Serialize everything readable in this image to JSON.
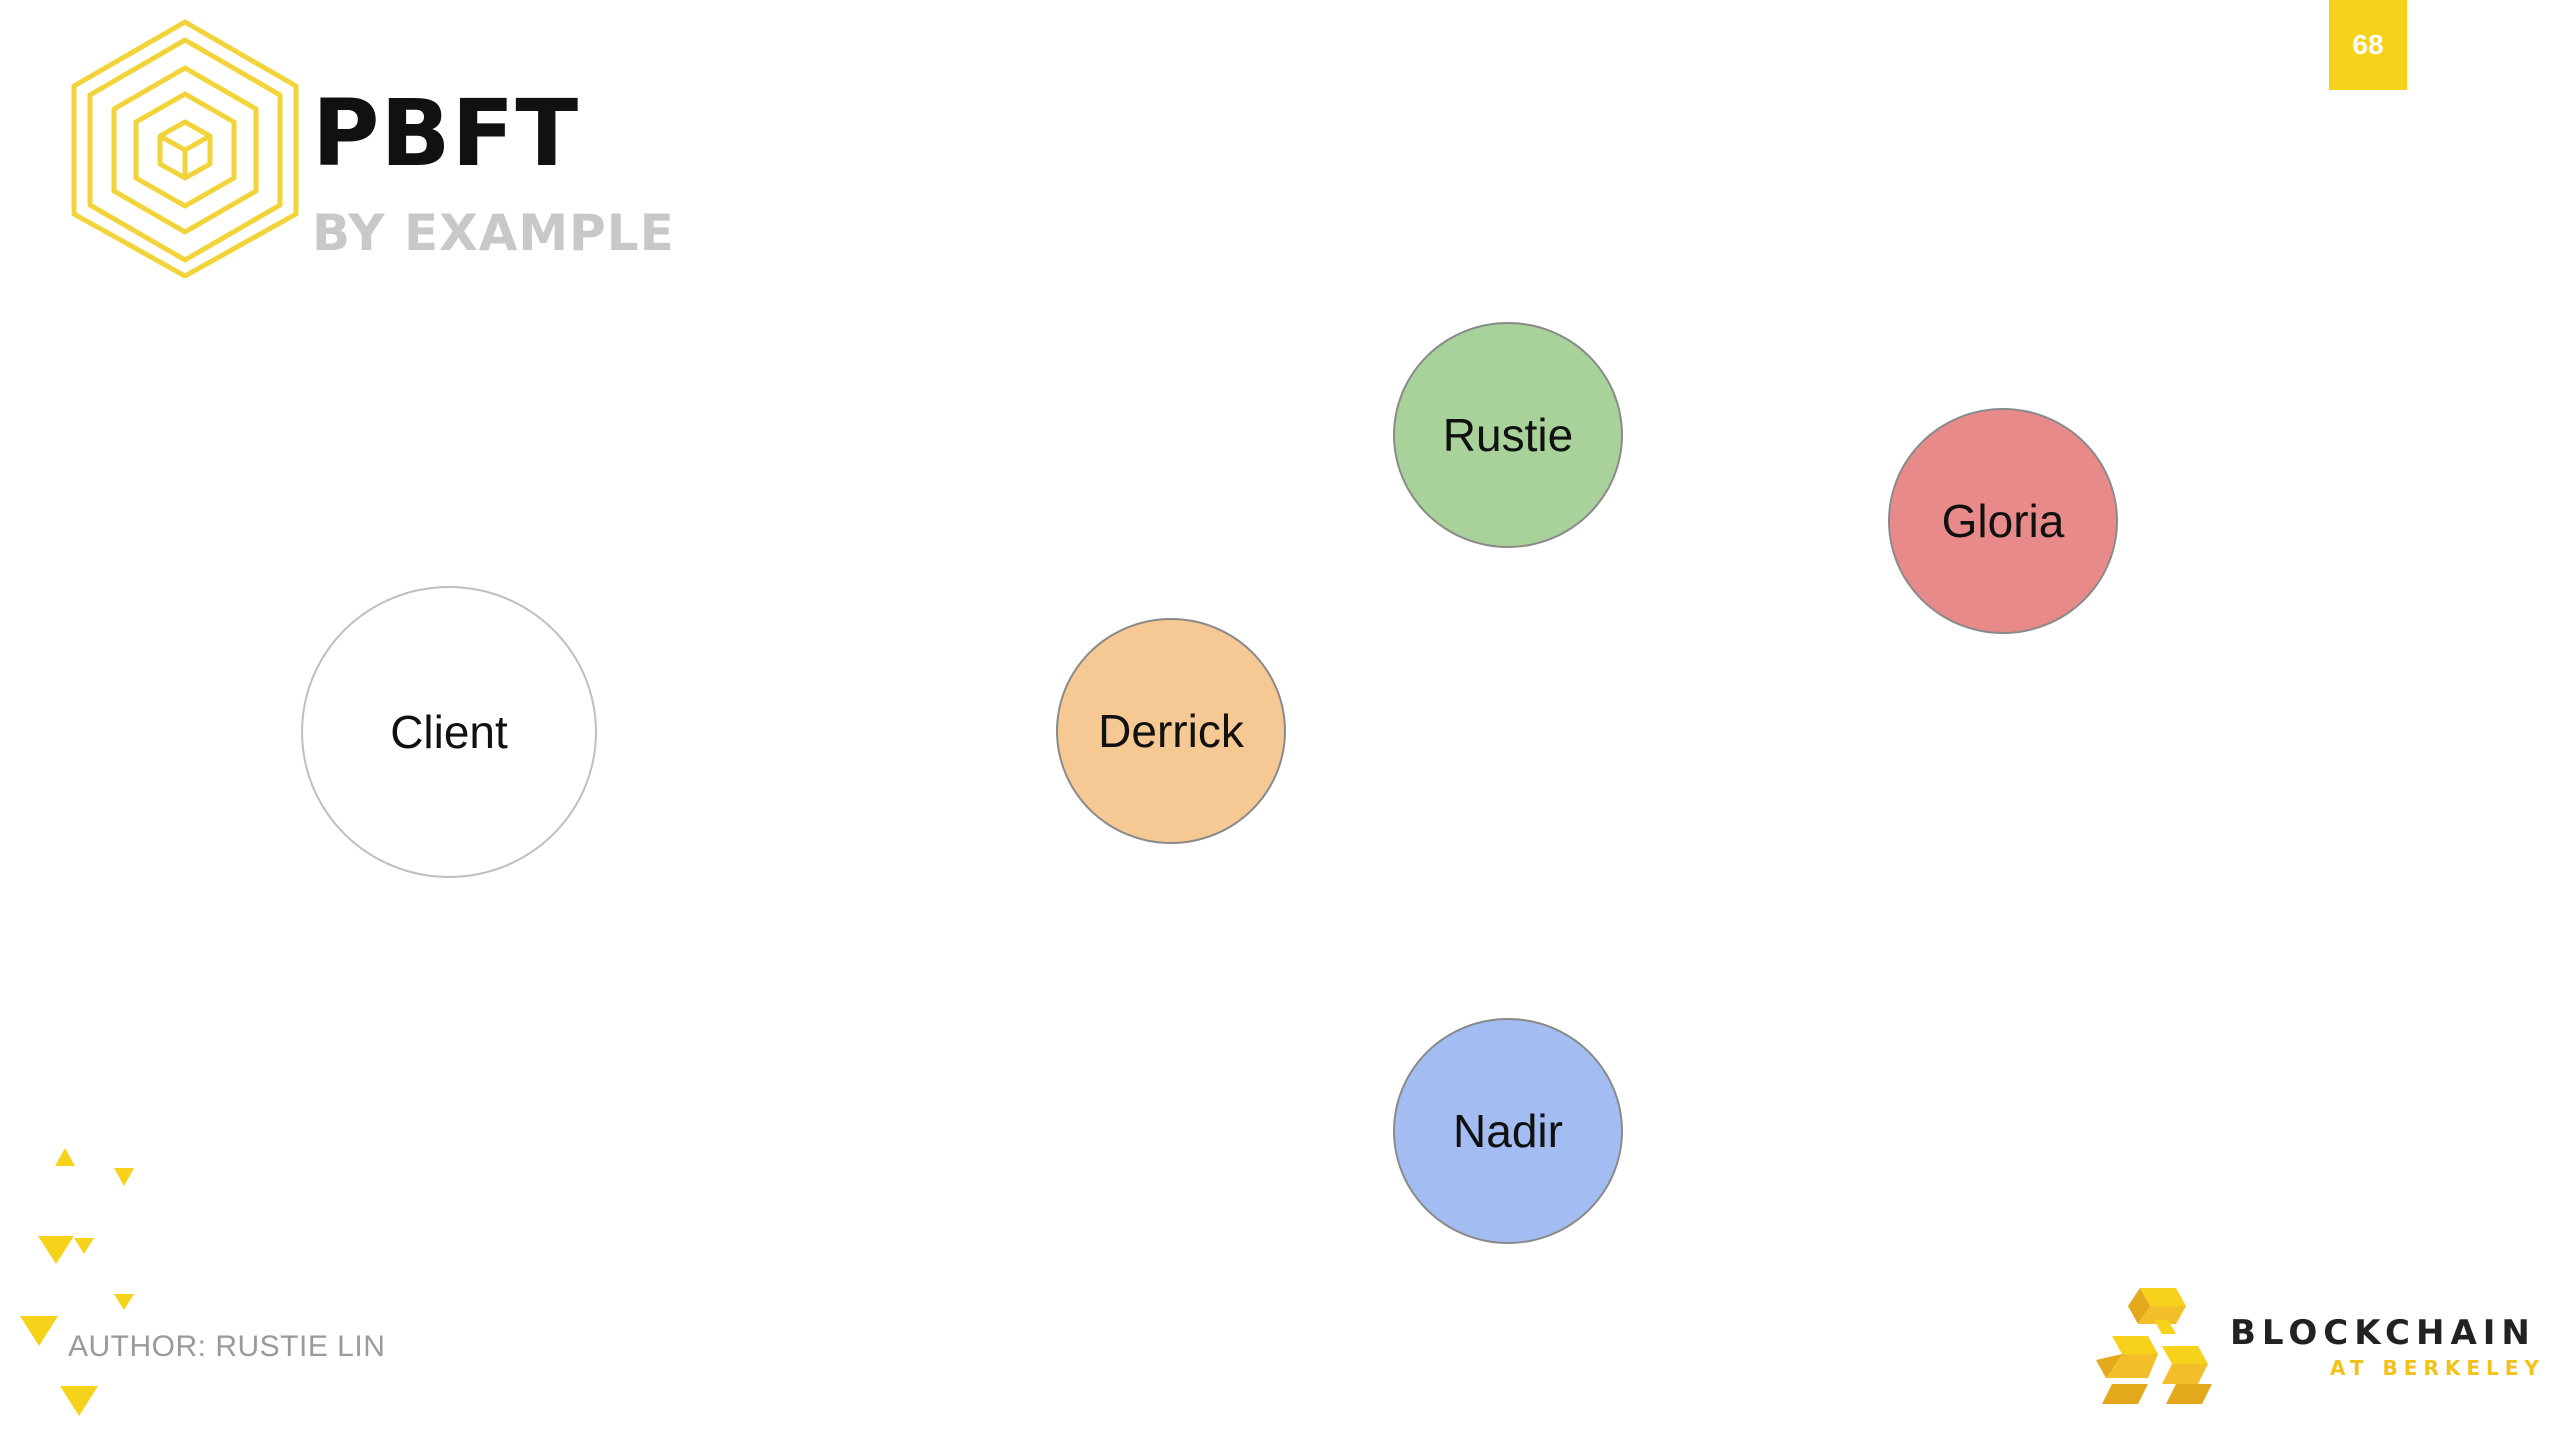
{
  "slide": {
    "title": "PBFT",
    "subtitle": "BY EXAMPLE",
    "page_number": "68",
    "author": "AUTHOR: RUSTIE LIN"
  },
  "brand": {
    "name": "BLOCKCHAIN",
    "sub": "AT BERKELEY",
    "logo_icon": "hexagon-cube-logo-icon",
    "brand_icon": "stacked-cubes-logo-icon"
  },
  "nodes": {
    "client": {
      "label": "Client",
      "color": "#ffffff"
    },
    "derrick": {
      "label": "Derrick",
      "color": "#f6c894"
    },
    "rustie": {
      "label": "Rustie",
      "color": "#a9d29a"
    },
    "gloria": {
      "label": "Gloria",
      "color": "#e88a8a"
    },
    "nadir": {
      "label": "Nadir",
      "color": "#a3bdf2"
    }
  },
  "colors": {
    "accent": "#f7d21b",
    "title": "#111111",
    "subtitle": "#c8c8c8"
  }
}
